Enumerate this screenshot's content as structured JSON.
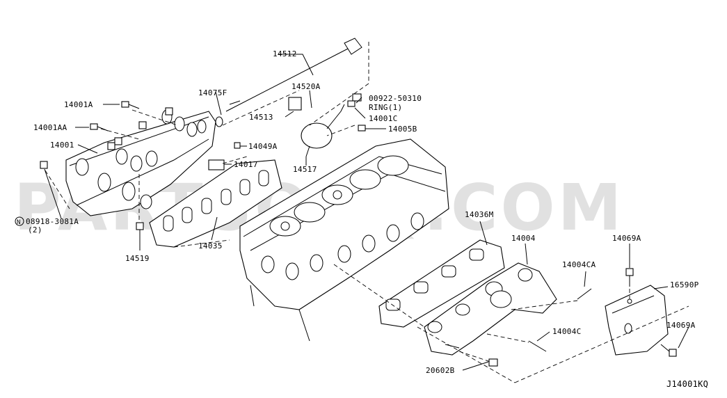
{
  "watermark": "PARTSOUQ.COM",
  "diagram_code": "J14001KQ",
  "labels": {
    "p14512": "14512",
    "p14075F": "14075F",
    "p14520A": "14520A",
    "p00922": "00922-50310",
    "ring": "RING(1)",
    "p14001A": "14001A",
    "p14513": "14513",
    "p14001C": "14001C",
    "p14001AA": "14001AA",
    "p14005B": "14005B",
    "p14001": "14001",
    "p14049A": "14049A",
    "p14017": "14017",
    "p14517": "14517",
    "p08918": "08918-3081A",
    "qty2": "(2)",
    "p14036M": "14036M",
    "p14004": "14004",
    "p14069A_top": "14069A",
    "p14035": "14035",
    "p14519": "14519",
    "p14004CA": "14004CA",
    "p16590P": "16590P",
    "p14069A_right": "14069A",
    "p14004C": "14004C",
    "p20602B": "20602B"
  },
  "symbols": {
    "nut_marker": "N"
  }
}
